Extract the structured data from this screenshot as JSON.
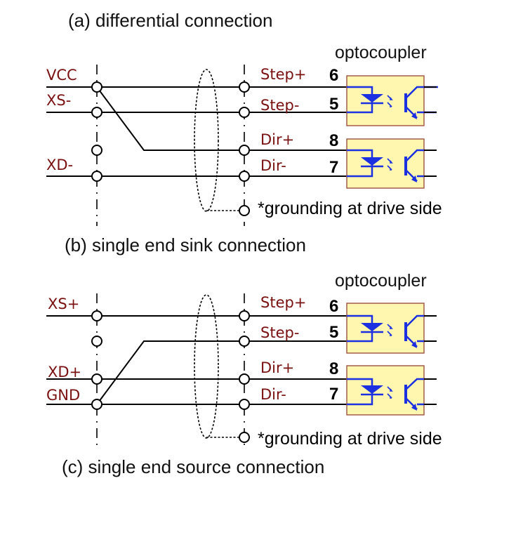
{
  "captions": {
    "a": "(a) differential connection",
    "b": "(b) single end sink connection",
    "c": "(c) single end source connection"
  },
  "optocoupler_label": "optocoupler",
  "ground_note": "*grounding at drive side",
  "section1": {
    "left_labels": [
      "VCC",
      "XS-",
      "XD-"
    ],
    "right_labels": [
      "Step+",
      "Step-",
      "Dir+",
      "Dir-"
    ],
    "pins": [
      "6",
      "5",
      "8",
      "7"
    ]
  },
  "section2": {
    "left_labels": [
      "XS+",
      "XD+",
      "GND"
    ],
    "right_labels": [
      "Step+",
      "Step-",
      "Dir+",
      "Dir-"
    ],
    "pins": [
      "6",
      "5",
      "8",
      "7"
    ]
  },
  "colors": {
    "signal_label": "#7a1010",
    "optocoupler_fill": "#fff6b0",
    "optocoupler_border": "#a45b4b",
    "optocoupler_symbol": "#1b30e0"
  }
}
